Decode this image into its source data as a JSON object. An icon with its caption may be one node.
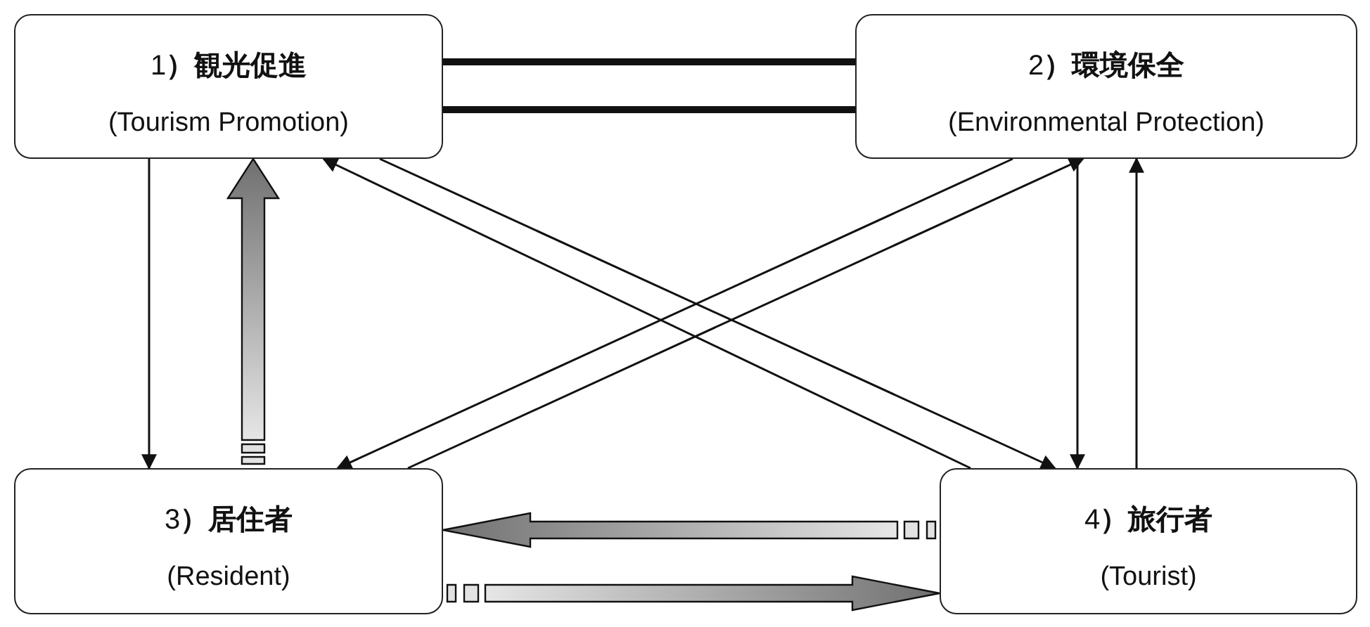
{
  "diagram": {
    "nodes": [
      {
        "text": [
          "1**）観光促進**",
          "(Tourism Promotion)"
        ]
      },
      {
        "text": [
          "2**）環境保全**",
          "(Environmental Protection)"
        ]
      },
      {
        "text": [
          "3**）居住者**",
          "(Resident)"
        ]
      },
      {
        "text": [
          "4**）旅行者**",
          "(Tourist)"
        ]
      }
    ],
    "edges": [
      {
        "from": 0,
        "to": 1,
        "arrow": "none",
        "style": "thick"
      },
      {
        "from": 1,
        "to": 0,
        "arrow": "none",
        "style": "thick"
      },
      {
        "from": 0,
        "to": 2,
        "arrow": "to"
      },
      {
        "from": 2,
        "to": 0,
        "arrow": "to",
        "style": "thick"
      },
      {
        "from": 1,
        "to": 3,
        "arrow": "to"
      },
      {
        "from": 3,
        "to": 1,
        "arrow": "to"
      },
      {
        "from": 0,
        "to": 3,
        "arrow": "to"
      },
      {
        "from": 1,
        "to": 2,
        "arrow": "to"
      },
      {
        "from": 2,
        "to": 1,
        "arrow": "to"
      },
      {
        "from": 3,
        "to": 0,
        "arrow": "to"
      },
      {
        "from": 3,
        "to": 2,
        "arrow": "to",
        "style": "thick"
      },
      {
        "from": 2,
        "to": 3,
        "arrow": "to",
        "style": "thick"
      }
    ]
  }
}
